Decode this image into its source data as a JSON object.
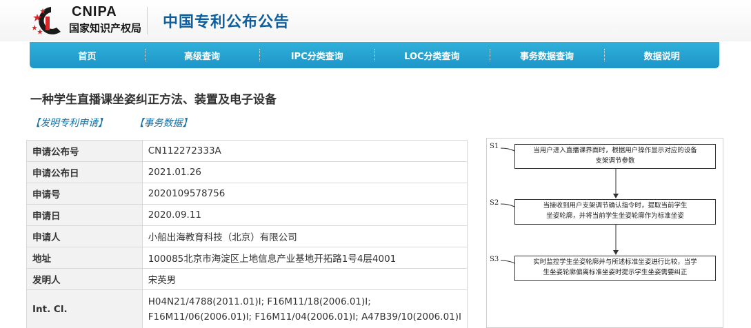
{
  "header": {
    "logo_en": "CNIPA",
    "logo_cn": "国家知识产权局",
    "site_title": "中国专利公布公告"
  },
  "nav": {
    "items": [
      "首页",
      "高级查询",
      "IPC分类查询",
      "LOC分类查询",
      "事务数据查询",
      "数据说明"
    ]
  },
  "page": {
    "title": "一种学生直播课坐姿纠正方法、装置及电子设备",
    "tabs": [
      "【发明专利申请】",
      "【事务数据】"
    ]
  },
  "table": {
    "rows": [
      {
        "key": "申请公布号",
        "value": "CN112272333A"
      },
      {
        "key": "申请公布日",
        "value": "2021.01.26"
      },
      {
        "key": "申请号",
        "value": "2020109578756"
      },
      {
        "key": "申请日",
        "value": "2020.09.11"
      },
      {
        "key": "申请人",
        "value": "小船出海教育科技（北京）有限公司"
      },
      {
        "key": "地址",
        "value": "100085北京市海淀区上地信息产业基地开拓路1号4层4001"
      },
      {
        "key": "发明人",
        "value": "宋英男"
      }
    ],
    "ipc": {
      "key": "Int. Cl.",
      "line1": "H04N21/4788(2011.01)I;  F16M11/18(2006.01)I;",
      "line2": "F16M11/06(2006.01)I;  F16M11/04(2006.01)I;  A47B39/10(2006.01)I"
    }
  },
  "figure": {
    "steps": [
      {
        "label": "S1",
        "text1": "当用户进入直播课界面时，根据用户操作显示对应的设备",
        "text2": "支架调节参数"
      },
      {
        "label": "S2",
        "text1": "当接收到用户支架调节确认指令时，提取当前学生",
        "text2": "坐姿轮廓，并将当前学生坐姿轮廓作为标准坐姿"
      },
      {
        "label": "S3",
        "text1": "实时监控学生坐姿轮廓并与所述标准坐姿进行比较，当学",
        "text2": "生坐姿轮廓偏离标准坐姿时提示学生坐姿需要纠正"
      }
    ]
  }
}
